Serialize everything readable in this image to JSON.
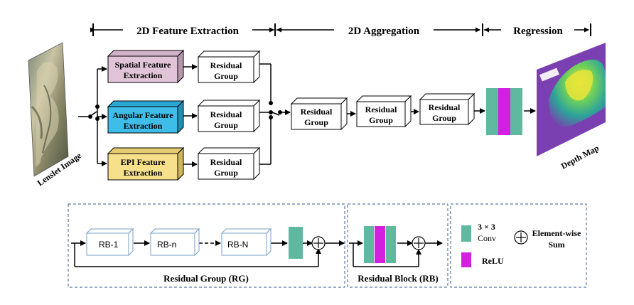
{
  "header": {
    "feature_extraction": "2D Feature Extraction",
    "aggregation": "2D Aggregation",
    "regression": "Regression"
  },
  "input": {
    "caption": "Lenslet Image"
  },
  "output": {
    "caption": "Depth Map"
  },
  "branches": {
    "spatial": {
      "label_line1": "Spatial Feature",
      "label_line2": "Extraction",
      "color": "#e2c4d8"
    },
    "angular": {
      "label_line1": "Angular Feature",
      "label_line2": "Extraction",
      "color": "#3dbde8"
    },
    "epi": {
      "label_line1": "EPI Feature",
      "label_line2": "Extraction",
      "color": "#f7e08c"
    }
  },
  "residual_group": {
    "line1": "Residual",
    "line2": "Group"
  },
  "regression_block": {
    "conv_color": "#5fb8a0",
    "relu_color": "#d21fe0"
  },
  "rg_detail": {
    "rb1": "RB-1",
    "rbn": "RB-n",
    "rbN": "RB-N",
    "caption": "Residual Group (RG)"
  },
  "rb_detail": {
    "caption": "Residual Block (RB)"
  },
  "legend": {
    "conv_line1": "3 × 3",
    "conv_line2": "Conv",
    "relu": "ReLU",
    "sum_line1": "Element-wise",
    "sum_line2": "Sum"
  }
}
